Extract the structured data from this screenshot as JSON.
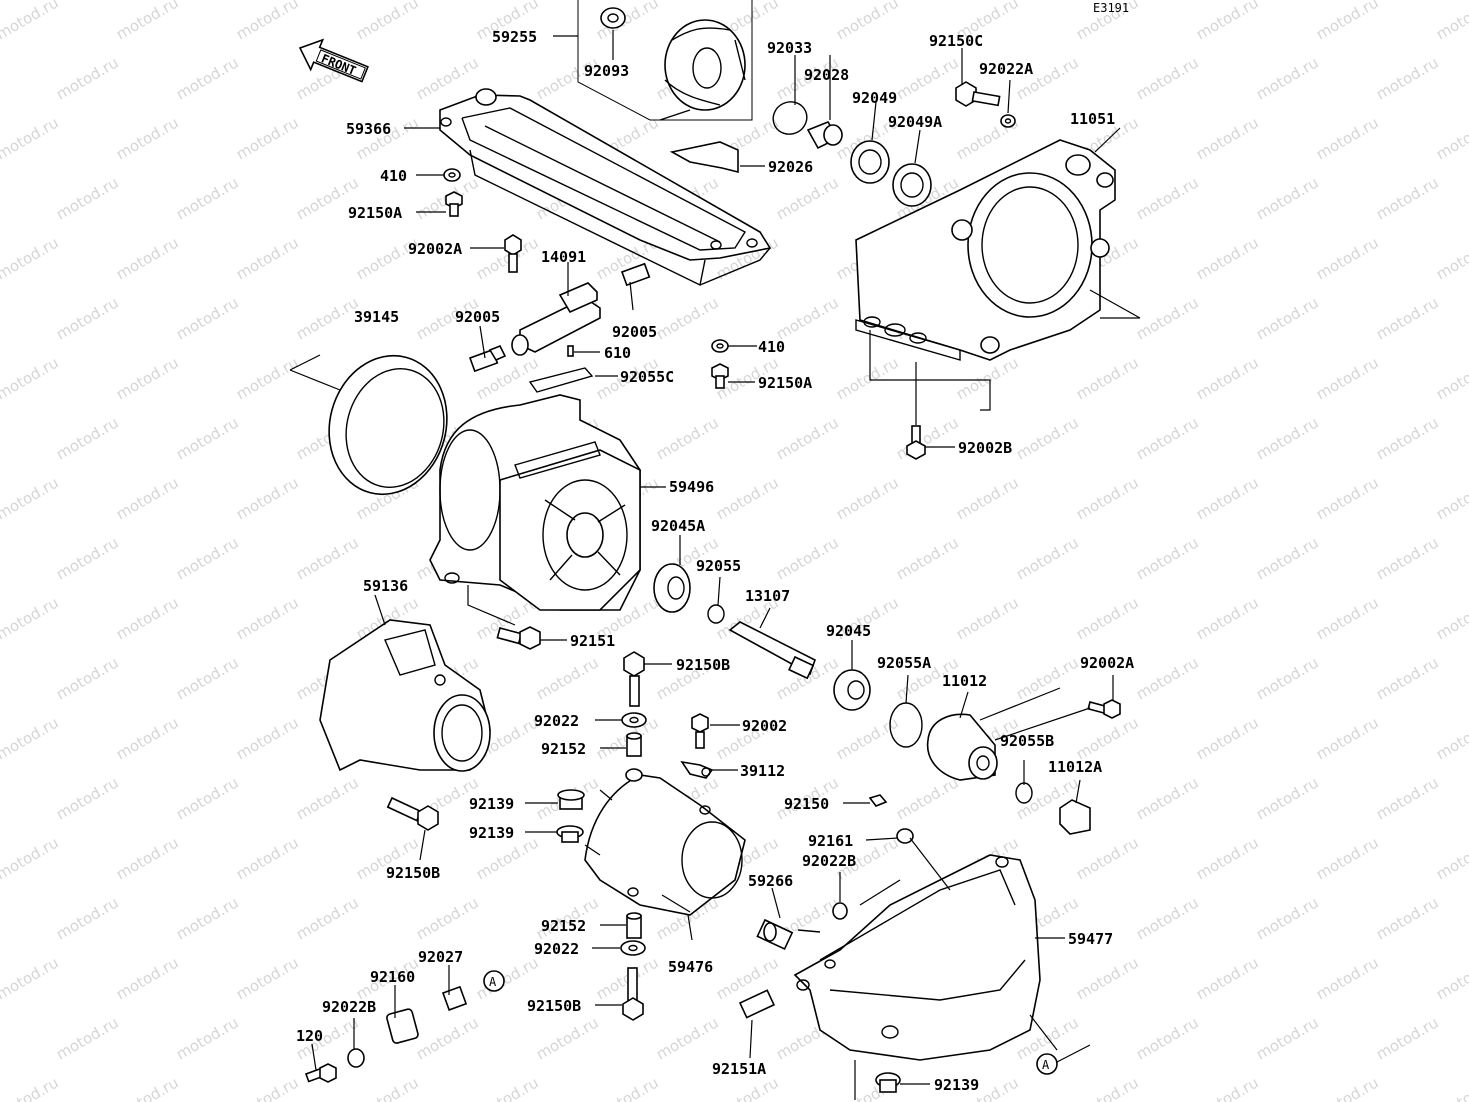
{
  "diagram_id": "E3191",
  "front_label": "FRONT",
  "watermark": "motod.ru",
  "ref_marker": "A",
  "labels": {
    "p59255": "59255",
    "p92093": "92093",
    "p92033": "92033",
    "p92028": "92028",
    "p92049": "92049",
    "p92049A": "92049A",
    "p92150C": "92150C",
    "p92022A": "92022A",
    "p11051": "11051",
    "p59366": "59366",
    "p92026": "92026",
    "p410a": "410",
    "p92150Aa": "92150A",
    "p14091": "14091",
    "p92002A": "92002A",
    "p39145": "39145",
    "p92005a": "92005",
    "p92005b": "92005",
    "p610": "610",
    "p92055C": "92055C",
    "p410b": "410",
    "p92150Ab": "92150A",
    "p92002B": "92002B",
    "p59496": "59496",
    "p92045A": "92045A",
    "p92055": "92055",
    "p13107": "13107",
    "p59136": "59136",
    "p92151": "92151",
    "p92045": "92045",
    "p92055A": "92055A",
    "p11012": "11012",
    "p92002Ab": "92002A",
    "p92150Ba": "92150B",
    "p92022a": "92022",
    "p92002": "92002",
    "p92152a": "92152",
    "p39112": "39112",
    "p92055B": "92055B",
    "p11012A": "11012A",
    "p92139a": "92139",
    "p92150": "92150",
    "p92139b": "92139",
    "p92161": "92161",
    "p92150Bb": "92150B",
    "p92022B": "92022B",
    "p59266": "59266",
    "p92152b": "92152",
    "p59477": "59477",
    "p92022b": "92022",
    "p59476": "59476",
    "p92027": "92027",
    "p92160": "92160",
    "p92022Bb": "92022B",
    "p92150Bc": "92150B",
    "p120": "120",
    "p92151A": "92151A",
    "p92139c": "92139"
  }
}
